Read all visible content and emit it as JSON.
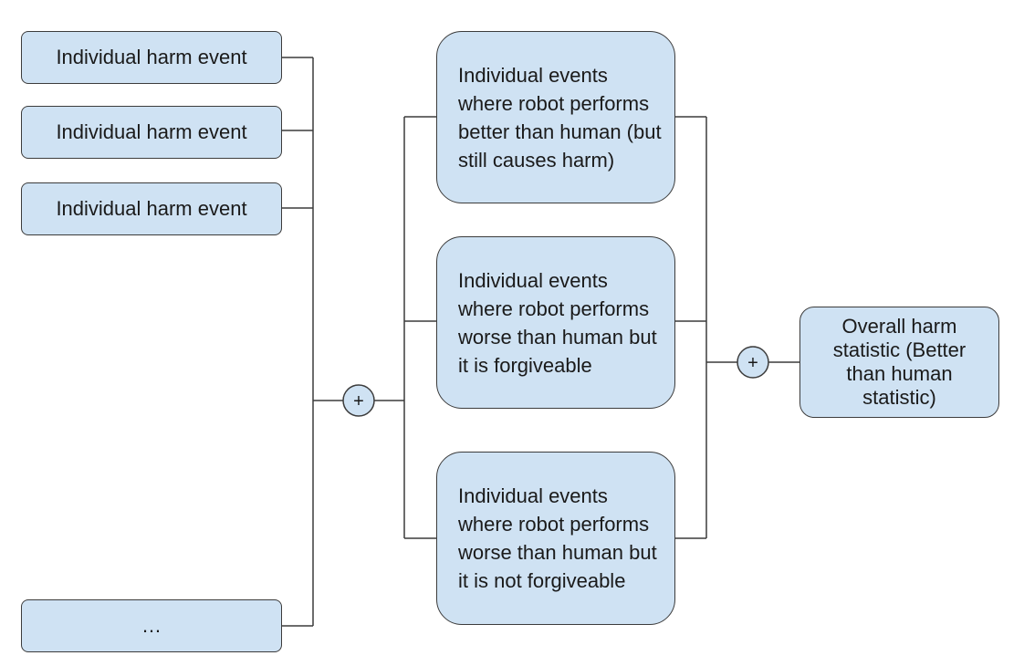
{
  "leaves": [
    {
      "label": "Individual harm event"
    },
    {
      "label": "Individual harm event"
    },
    {
      "label": "Individual harm event"
    },
    {
      "label": "…"
    }
  ],
  "categories": [
    {
      "label": "Individual events where robot performs better than human (but still causes harm)"
    },
    {
      "label": "Individual events where robot performs worse than human but it is forgiveable"
    },
    {
      "label": "Individual events where robot performs worse than human but it is not forgiveable"
    }
  ],
  "result": {
    "label": "Overall harm statistic (Better than human statistic)"
  },
  "operators": [
    {
      "symbol": "+"
    },
    {
      "symbol": "+"
    }
  ],
  "colors": {
    "box_fill": "#cfe2f3",
    "box_border": "#3c3c3c",
    "connector": "#3c3c3c"
  }
}
